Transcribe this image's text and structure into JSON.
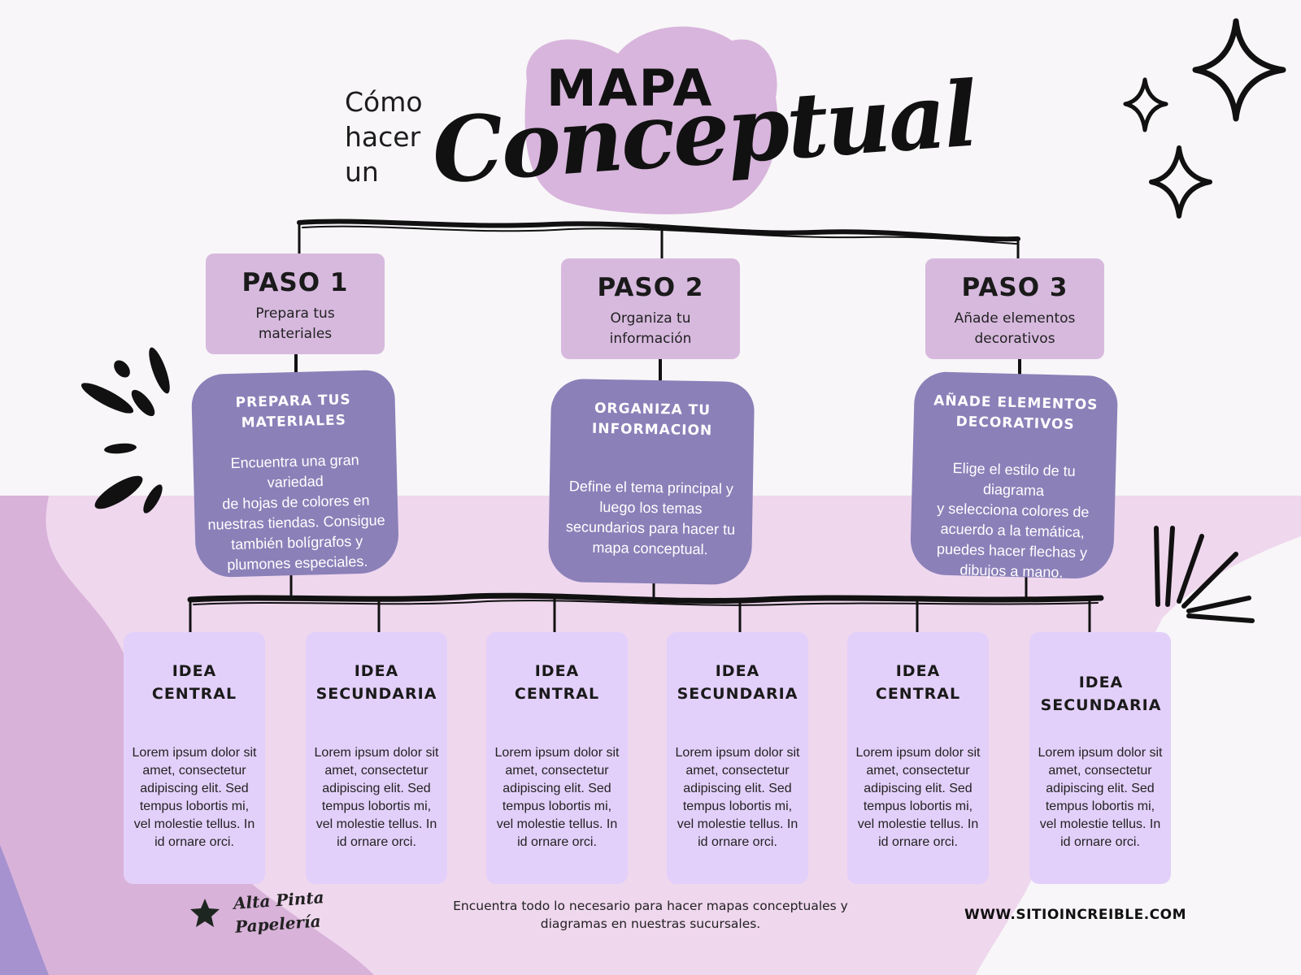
{
  "colors": {
    "page": "#f8f6f8",
    "pink_band": "#efd7ee",
    "purple_blob": "#d8b2d9",
    "deep_purple": "#a592cf",
    "step_box": "#d7b9de",
    "detail_box": "#8b80b8",
    "idea_box": "#e3d0fa",
    "ink": "#111111"
  },
  "title": {
    "prefix": "Cómo\nhacer\nun",
    "main": "MAPA",
    "script": "Conceptual"
  },
  "steps": [
    {
      "title": "PASO 1",
      "subtitle": "Prepara tus\nmateriales"
    },
    {
      "title": "PASO 2",
      "subtitle": "Organiza tu\ninformación"
    },
    {
      "title": "PASO 3",
      "subtitle": "Añade elementos\ndecorativos"
    }
  ],
  "details": [
    {
      "title": "PREPARA TUS\nMATERIALES",
      "body": "Encuentra una gran variedad\nde hojas de colores en\nnuestras tiendas. Consigue\ntambién bolígrafos y\nplumones especiales."
    },
    {
      "title": "ORGANIZA TU\nINFORMACION",
      "body": "Define el tema principal y\nluego los temas\nsecundarios para hacer tu\nmapa conceptual."
    },
    {
      "title": "AÑADE ELEMENTOS\nDECORATIVOS",
      "body": "Elige el estilo de tu diagrama\ny selecciona colores de\nacuerdo a la temática,\npuedes hacer flechas y\ndibujos a mano."
    }
  ],
  "ideas": [
    {
      "title": "IDEA\nCENTRAL",
      "body": "Lorem ipsum dolor sit\namet, consectetur\nadipiscing elit. Sed\ntempus lobortis mi,\nvel molestie tellus. In\nid ornare orci."
    },
    {
      "title": "IDEA\nSECUNDARIA",
      "body": "Lorem ipsum dolor sit\namet, consectetur\nadipiscing elit. Sed\ntempus lobortis mi,\nvel molestie tellus. In\nid ornare orci."
    },
    {
      "title": "IDEA\nCENTRAL",
      "body": "Lorem ipsum dolor sit\namet, consectetur\nadipiscing elit. Sed\ntempus lobortis mi,\nvel molestie tellus. In\nid ornare orci."
    },
    {
      "title": "IDEA\nSECUNDARIA",
      "body": "Lorem ipsum dolor sit\namet, consectetur\nadipiscing elit. Sed\ntempus lobortis mi,\nvel molestie tellus. In\nid ornare orci."
    },
    {
      "title": "IDEA\nCENTRAL",
      "body": "Lorem ipsum dolor sit\namet, consectetur\nadipiscing elit. Sed\ntempus lobortis mi,\nvel molestie tellus. In\nid ornare orci."
    },
    {
      "title": "IDEA SECUNDARIA",
      "body": "Lorem ipsum dolor sit\namet, consectetur\nadipiscing elit. Sed\ntempus lobortis mi,\nvel molestie tellus. In\nid ornare orci."
    }
  ],
  "footer": {
    "brand": "Alta Pinta\nPapelería",
    "brand_icon": "star-icon",
    "note": "Encuentra todo lo necesario para hacer mapas conceptuales y\ndiagramas en nuestras sucursales.",
    "url": "WWW.SITIOINCREIBLE.COM"
  },
  "decorations": [
    "sparkle-icon",
    "sparkle-icon",
    "sparkle-icon",
    "burst-lines-icon",
    "ray-lines-icon"
  ]
}
